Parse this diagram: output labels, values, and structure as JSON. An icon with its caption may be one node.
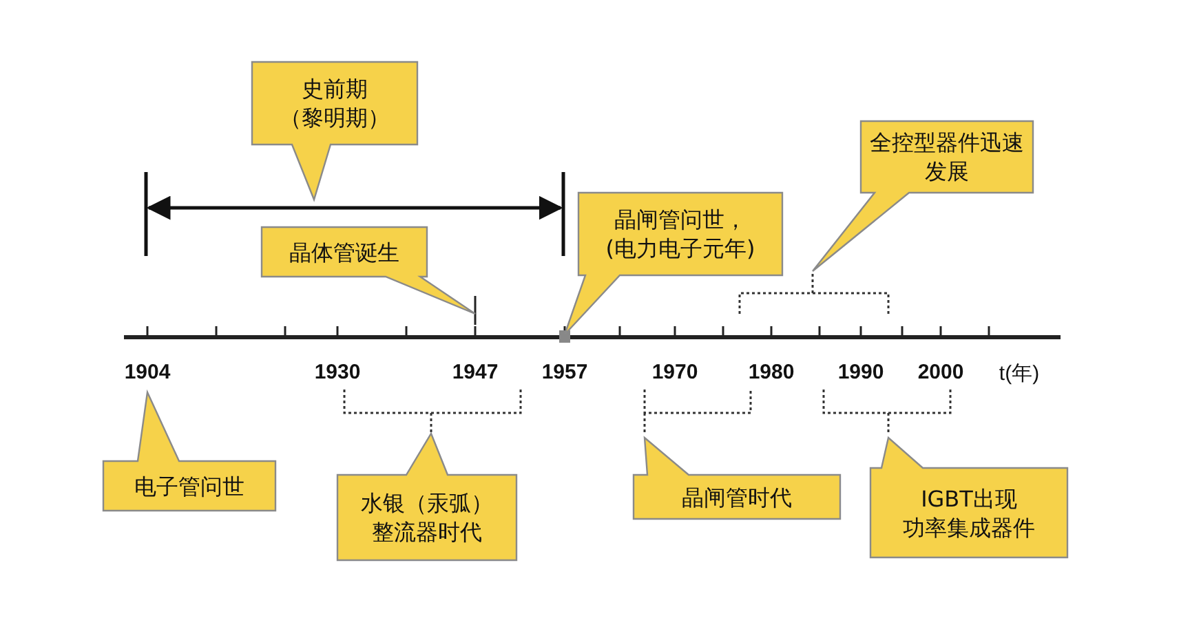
{
  "diagram": {
    "nodes": [
      {
        "text": [
          "史前期",
          "（黎明期）"
        ]
      },
      {
        "text": [
          "晶体管诞生"
        ]
      },
      {
        "text": [
          "晶闸管问世，",
          "(电力电子元年)"
        ]
      },
      {
        "text": [
          "全控型器件迅速发展"
        ]
      },
      {
        "text": [
          "电子管问世"
        ]
      },
      {
        "text": [
          "水银（汞弧）",
          "整流器时代"
        ]
      },
      {
        "text": [
          "晶闸管时代"
        ]
      },
      {
        "text": [
          "IGBT出现",
          "功率集成器件"
        ]
      }
    ],
    "labels": [
      "1904",
      "1930",
      "1947",
      "1957",
      "1970",
      "1980",
      "1990",
      "2000",
      "t(年)"
    ]
  }
}
